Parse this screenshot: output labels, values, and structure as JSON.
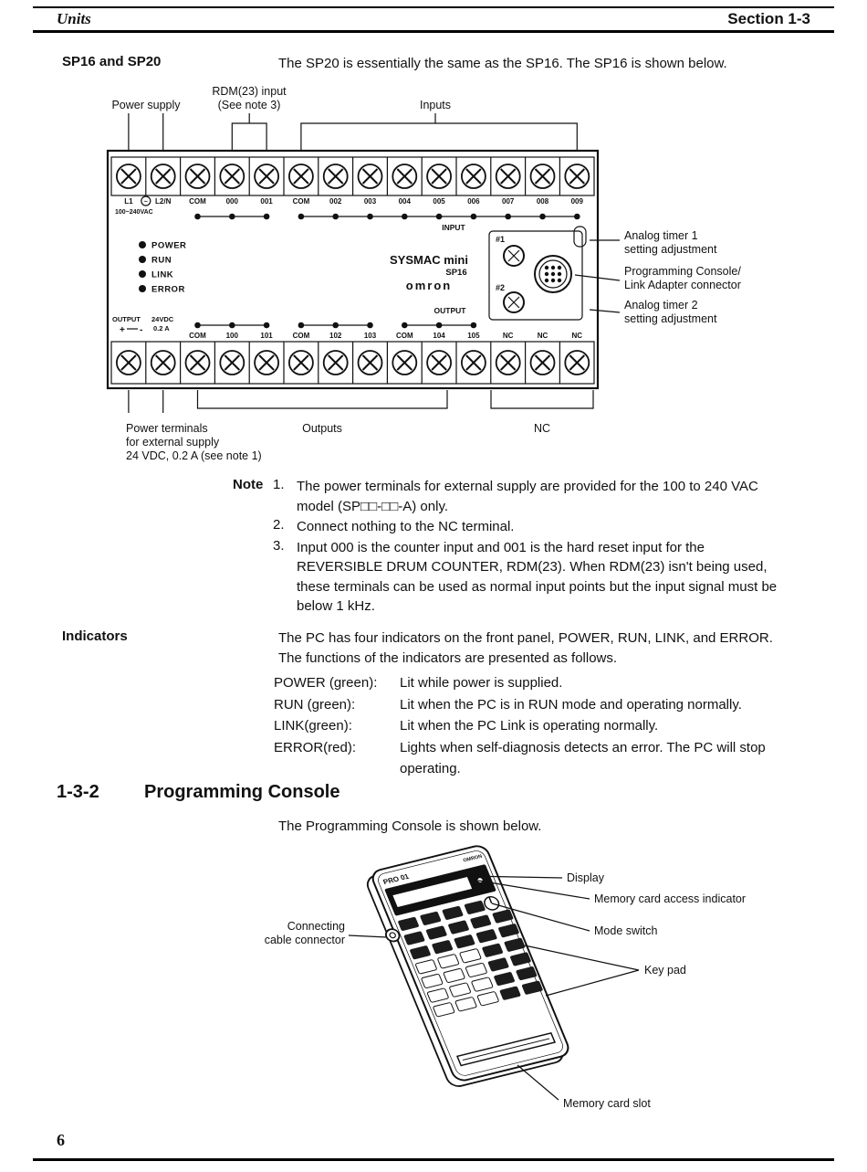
{
  "page": {
    "header_left": "Units",
    "header_right": "Section 1-3",
    "page_number": "6"
  },
  "sp16": {
    "heading": "SP16 and SP20",
    "intro": "The SP20 is essentially the same as the SP16. The SP16 is shown below.",
    "callouts": {
      "power_supply": "Power supply",
      "rdm_line1": "RDM(23) input",
      "rdm_line2": "(See note 3)",
      "inputs": "Inputs",
      "analog1_line1": "Analog timer 1",
      "analog1_line2": "setting adjustment",
      "console_line1": "Programming Console/",
      "console_line2": "Link Adapter connector",
      "analog2_line1": "Analog timer 2",
      "analog2_line2": "setting adjustment",
      "power_terms_line1": "Power terminals",
      "power_terms_line2": "for external supply",
      "power_terms_line3": "24 VDC, 0.2 A (see note 1)",
      "outputs": "Outputs",
      "nc": "NC"
    },
    "unit": {
      "top_terminals": [
        "L1",
        "L2/N",
        "COM",
        "000",
        "001",
        "COM",
        "002",
        "003",
        "004",
        "005",
        "006",
        "007",
        "008",
        "009"
      ],
      "ac_symbol": "~",
      "voltage": "100~240VAC",
      "indicators": [
        "POWER",
        "RUN",
        "LINK",
        "ERROR"
      ],
      "brand": "SYSMAC mini",
      "model": "SP16",
      "logo": "omron",
      "input_label": "INPUT",
      "output_label": "OUTPUT",
      "timer1": "#1",
      "timer2": "#2",
      "out_area": {
        "output": "OUTPUT",
        "plus": "+",
        "minus": "-",
        "vdc": "24VDC",
        "amp": "0.2 A"
      },
      "bottom_terminals": [
        "COM",
        "100",
        "101",
        "COM",
        "102",
        "103",
        "COM",
        "104",
        "105",
        "NC",
        "NC",
        "NC"
      ]
    }
  },
  "note": {
    "label": "Note",
    "items": [
      {
        "num": "1.",
        "text": "The power terminals for external supply are provided for the 100 to 240 VAC model (SP□□-□□-A) only."
      },
      {
        "num": "2.",
        "text": "Connect nothing to the NC terminal."
      },
      {
        "num": "3.",
        "text": "Input 000 is the counter input and 001 is the hard reset input for the REVERSIBLE DRUM COUNTER, RDM(23). When RDM(23) isn't being used, these terminals can be used as normal input points but the input signal must be below 1 kHz."
      }
    ]
  },
  "indicators": {
    "heading": "Indicators",
    "intro": "The PC has four indicators on the front panel, POWER, RUN, LINK, and ERROR. The functions of the indicators are presented as follows.",
    "rows": [
      {
        "name": "POWER (green):",
        "desc": "Lit while power is supplied."
      },
      {
        "name": "RUN (green):",
        "desc": "Lit when the PC is in RUN mode and operating normally."
      },
      {
        "name": "LINK(green):",
        "desc": "Lit when the PC Link is operating normally."
      },
      {
        "name": "ERROR(red):",
        "desc": "Lights when self-diagnosis detects an error. The PC will stop operating."
      }
    ]
  },
  "console": {
    "number": "1-3-2",
    "title": "Programming Console",
    "intro": "The Programming Console is shown below.",
    "device": {
      "brand": "PRO 01",
      "logo": "OMRON"
    },
    "callouts": {
      "display": "Display",
      "memory_access": "Memory card access indicator",
      "mode_switch": "Mode switch",
      "cable_line1": "Connecting",
      "cable_line2": "cable connector",
      "key_pad": "Key pad",
      "memory_slot": "Memory card slot"
    }
  }
}
